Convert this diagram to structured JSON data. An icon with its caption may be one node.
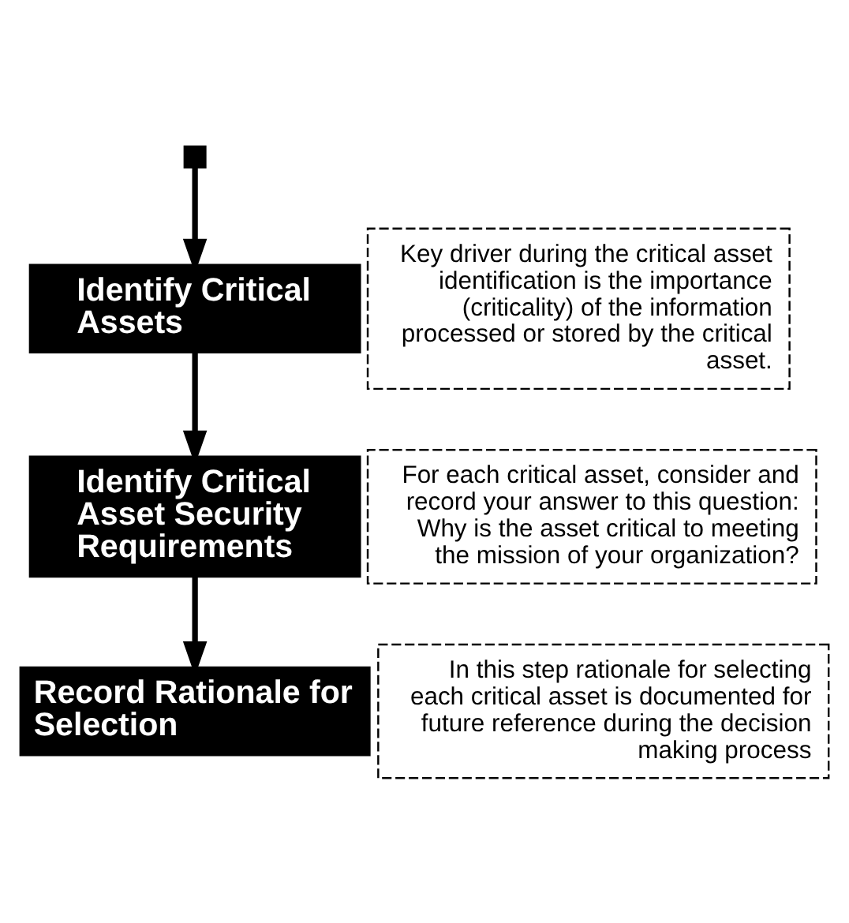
{
  "diagram": {
    "nodes": [
      {
        "text": [],
        "shape": "box"
      },
      {
        "text": [
          "Identify Critical Assets"
        ]
      },
      {
        "text": [
          "Key driver during the critical asset identification is the importance (criticality) of the information processed or stored by the critical asset."
        ]
      },
      {
        "text": [
          "Identify Critical Asset Security Requirements"
        ]
      },
      {
        "text": [
          "For each critical asset, consider and record your answer to this question: Why is the asset critical to meeting the mission of your organization?"
        ]
      },
      {
        "text": [
          "Record Rationale for Selection"
        ]
      },
      {
        "text": [
          "In this step rationale for selecting each critical asset is documented for future reference during the decision making process"
        ]
      }
    ],
    "edges": [
      {
        "from": 0,
        "to": 1,
        "arrow": "to"
      },
      {
        "from": 1,
        "to": 3,
        "arrow": "to"
      },
      {
        "from": 3,
        "to": 5,
        "arrow": "to"
      }
    ]
  }
}
